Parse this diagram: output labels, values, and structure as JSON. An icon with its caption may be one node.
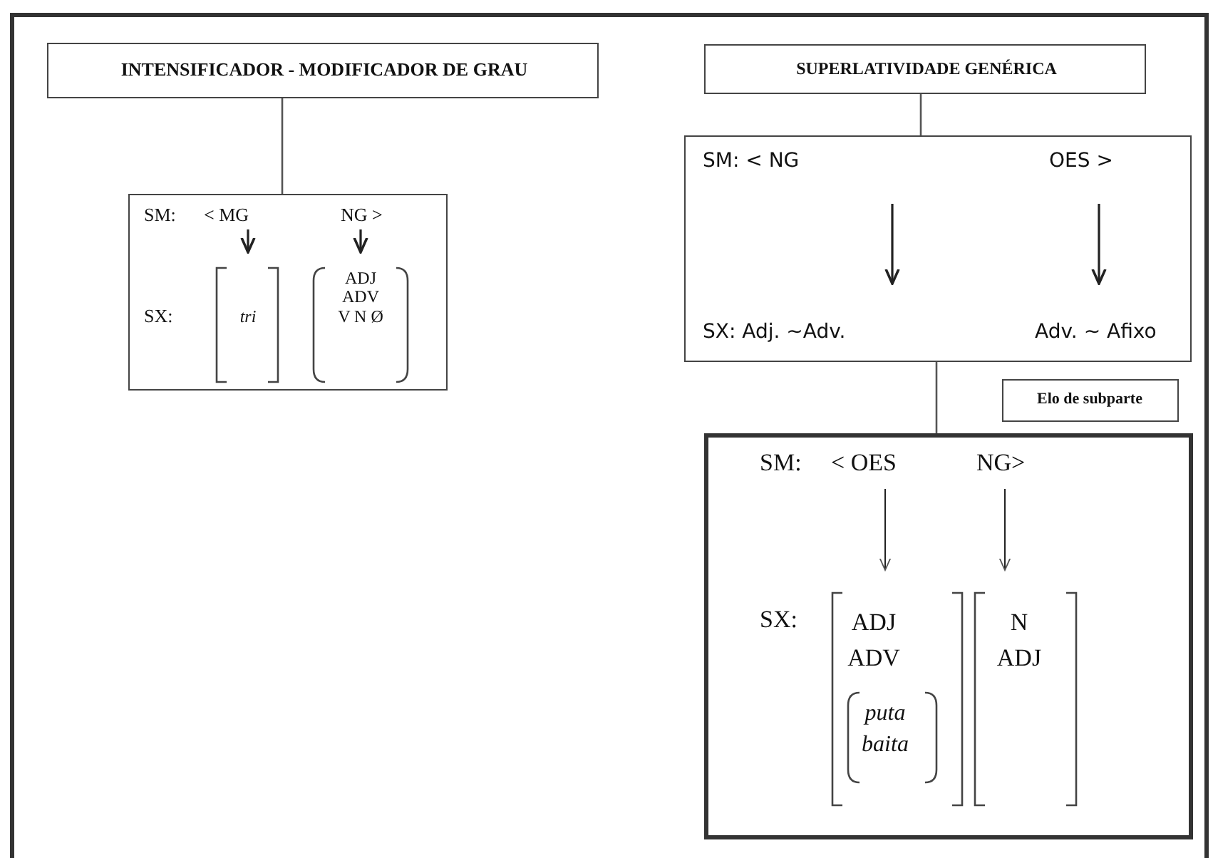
{
  "diagram": {
    "nodes": [
      {
        "text": [
          "INTENSIFICADOR - MODIFICADOR DE GRAU"
        ]
      },
      {
        "text": [
          "SM:",
          "< MG",
          "NG >",
          "SX:",
          "tri",
          "ADJ ADV V N Ø"
        ]
      },
      {
        "text": [
          "SUPERLATIVIDADE GENÉRICA"
        ]
      },
      {
        "text": [
          "SM: < NG",
          "OES >",
          "SX: Adj. ~Adv.",
          "Adv. ~ Afixo"
        ]
      },
      {
        "text": [
          "Elo de subparte"
        ]
      },
      {
        "text": [
          "SM:",
          "< OES",
          "NG>",
          "SX:",
          "ADJ ADV",
          "puta baita",
          "N ADJ"
        ]
      }
    ],
    "edges": [
      {
        "from": 0,
        "to": 1,
        "arrow": "none"
      },
      {
        "from": 2,
        "to": 3,
        "arrow": "none"
      },
      {
        "from": 3,
        "to": 5,
        "arrow": "none"
      }
    ]
  }
}
